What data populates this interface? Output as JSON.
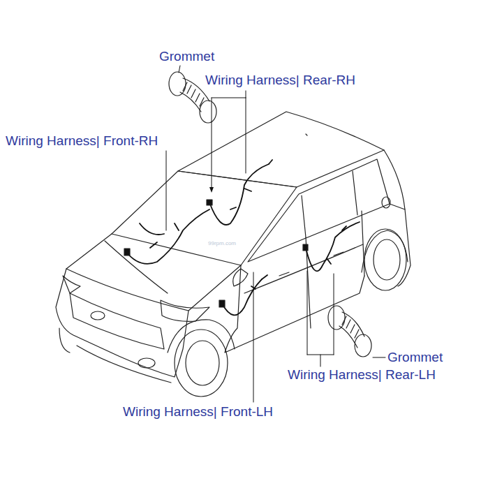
{
  "diagram": {
    "labels": [
      "Grommet",
      "Wiring Harness| Rear-RH",
      "Wiring Harness| Front-RH",
      "Grommet",
      "Wiring Harness| Rear-LH",
      "Wiring Harness| Front-LH",
      "99rpm.com"
    ]
  }
}
